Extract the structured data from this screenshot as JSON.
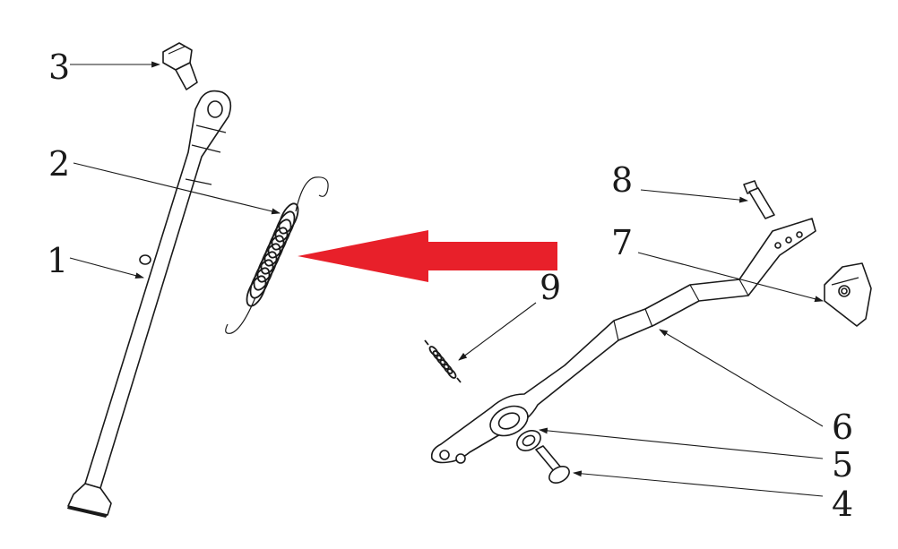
{
  "diagram": {
    "callouts": [
      {
        "id": "c1",
        "label": "1"
      },
      {
        "id": "c2",
        "label": "2"
      },
      {
        "id": "c3",
        "label": "3"
      },
      {
        "id": "c4",
        "label": "4"
      },
      {
        "id": "c5",
        "label": "5"
      },
      {
        "id": "c6",
        "label": "6"
      },
      {
        "id": "c7",
        "label": "7"
      },
      {
        "id": "c8",
        "label": "8"
      },
      {
        "id": "c9",
        "label": "9"
      }
    ],
    "colors": {
      "line": "#1a1a1a",
      "arrow": "#e8202a",
      "background": "#ffffff"
    }
  }
}
